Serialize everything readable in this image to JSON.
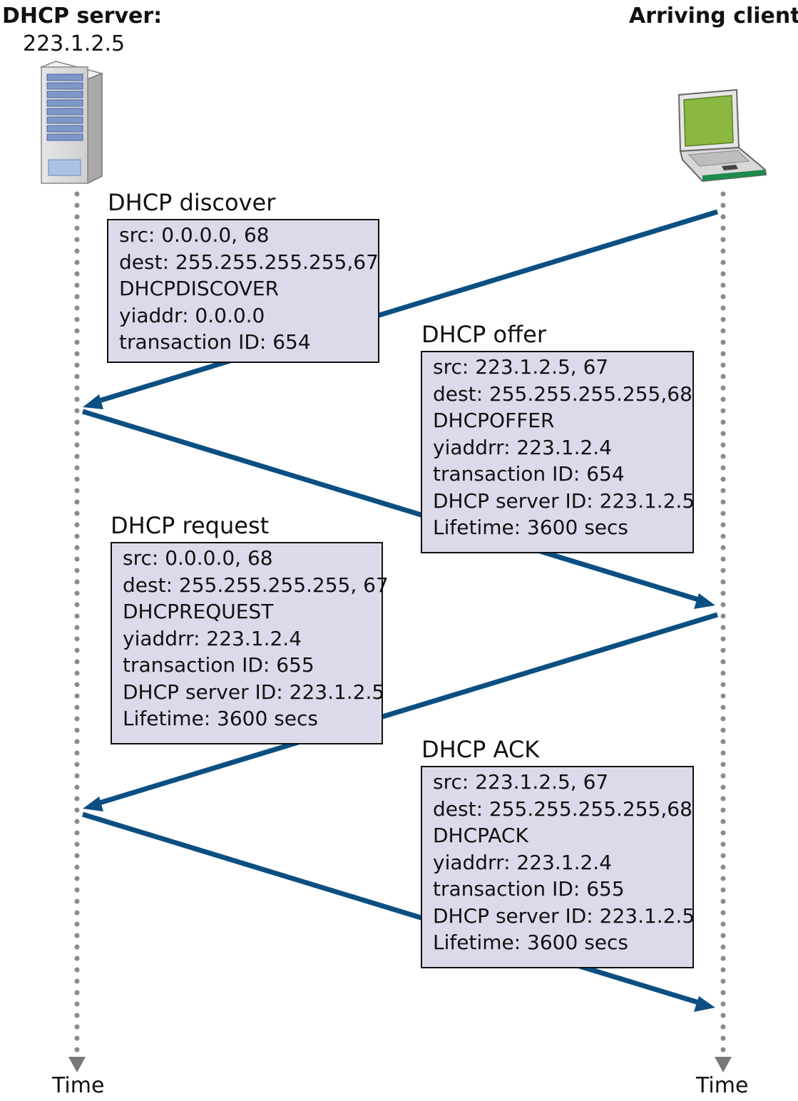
{
  "server": {
    "title": "DHCP server:",
    "ip": "223.1.2.5",
    "icon": "server-tower-icon"
  },
  "client": {
    "title": "Arriving client",
    "icon": "laptop-icon"
  },
  "time_label_left": "Time",
  "time_label_right": "Time",
  "colors": {
    "arrow": "#0b4f82",
    "box_fill": "#dcdaea",
    "timeline_dots": "#8a8a8a",
    "laptop_screen": "#8ab840"
  },
  "messages": [
    {
      "title": "DHCP discover",
      "direction": "client-to-server",
      "lines": [
        "src: 0.0.0.0, 68",
        "dest: 255.255.255.255,67",
        "DHCPDISCOVER",
        "yiaddr: 0.0.0.0",
        "transaction ID: 654"
      ]
    },
    {
      "title": "DHCP offer",
      "direction": "server-to-client",
      "lines": [
        "src: 223.1.2.5, 67",
        "dest: 255.255.255.255,68",
        "DHCPOFFER",
        "yiaddrr: 223.1.2.4",
        "transaction ID: 654",
        "DHCP server ID: 223.1.2.5",
        "Lifetime: 3600 secs"
      ]
    },
    {
      "title": "DHCP request",
      "direction": "client-to-server",
      "lines": [
        "src: 0.0.0.0, 68",
        "dest: 255.255.255.255, 67",
        "DHCPREQUEST",
        "yiaddrr: 223.1.2.4",
        "transaction ID: 655",
        "DHCP server ID: 223.1.2.5",
        "Lifetime: 3600 secs"
      ]
    },
    {
      "title": "DHCP ACK",
      "direction": "server-to-client",
      "lines": [
        "src: 223.1.2.5, 67",
        "dest: 255.255.255.255,68",
        "DHCPACK",
        "yiaddrr: 223.1.2.4",
        "transaction ID: 655",
        "DHCP server ID: 223.1.2.5",
        "Lifetime: 3600 secs"
      ]
    }
  ]
}
